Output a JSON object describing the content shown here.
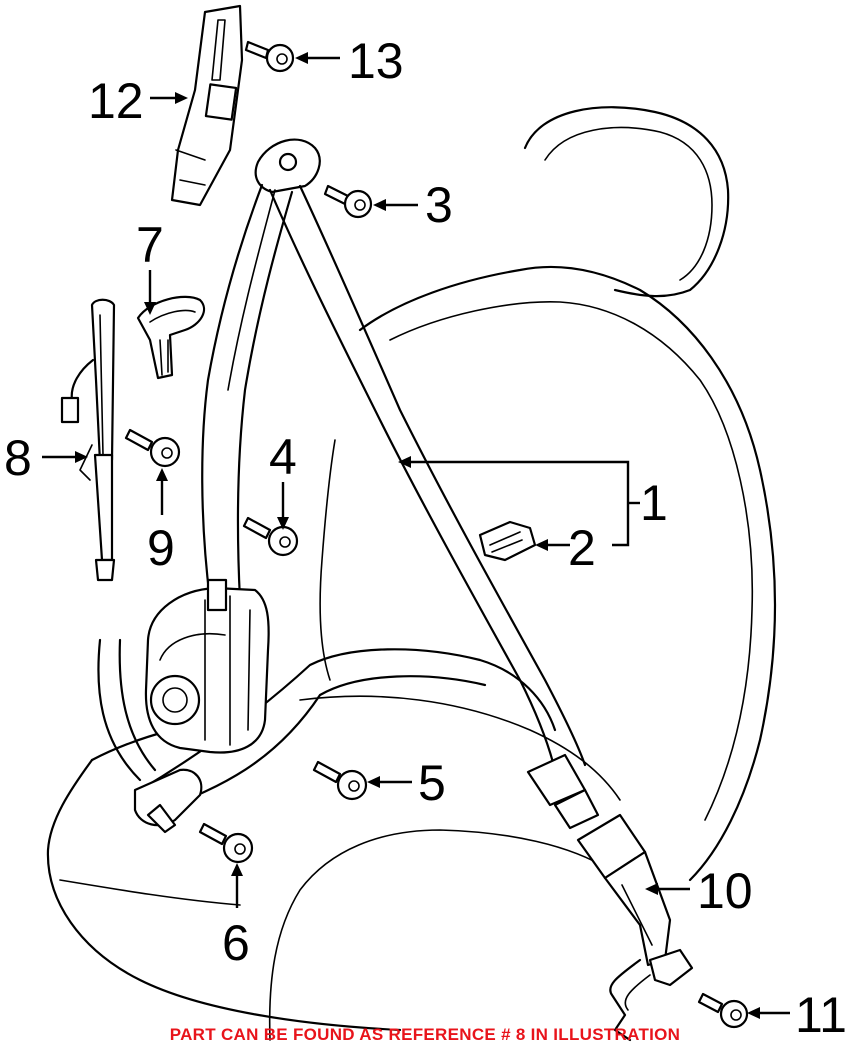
{
  "callouts": {
    "c1": "1",
    "c2": "2",
    "c3": "3",
    "c4": "4",
    "c5": "5",
    "c6": "6",
    "c7": "7",
    "c8": "8",
    "c9": "9",
    "c10": "10",
    "c11": "11",
    "c12": "12",
    "c13": "13"
  },
  "note": "PART CAN BE FOUND AS REFERENCE # 8 IN ILLUSTRATION",
  "colors": {
    "note": "#e8141b",
    "lines": "#000000",
    "background": "#ffffff"
  }
}
